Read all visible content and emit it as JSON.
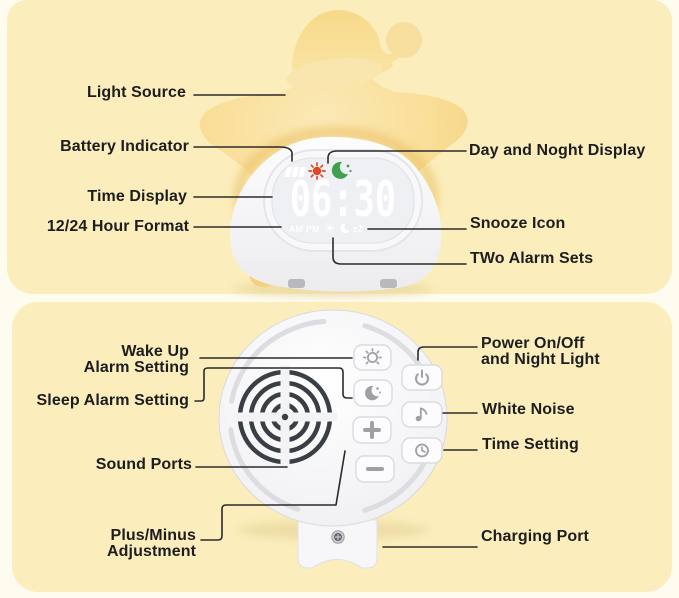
{
  "product_front": {
    "labels": {
      "light_source": "Light Source",
      "battery_indicator": "Battery Indicator",
      "time_display": "Time Display",
      "hour_format": "12/24 Hour Format",
      "day_night_display": "Day and Noght Display",
      "snooze_icon": "Snooze Icon",
      "two_alarm_sets": "TWo Alarm Sets"
    },
    "clock_display": {
      "time": "06:30",
      "am": "AM",
      "pm": "PM",
      "snooze_indicator": "zZ"
    }
  },
  "product_back": {
    "labels": {
      "wake_up_line1": "Wake Up",
      "wake_up_line2": "Alarm Setting",
      "sleep_alarm": "Sleep Alarm Setting",
      "sound_ports": "Sound Ports",
      "plus_minus_line1": "Plus/Minus",
      "plus_minus_line2": "Adjustment",
      "power_line1": "Power On/Off",
      "power_line2": "and Night Light",
      "white_noise": "White Noise",
      "time_setting": "Time Setting",
      "charging_port": "Charging Port"
    }
  },
  "icons": {
    "display": [
      "battery-icon",
      "sun-icon",
      "moon-stars-icon",
      "sun-indicator-icon",
      "moon-indicator-icon",
      "snooze-zz"
    ],
    "buttons": [
      "wake-alarm-icon",
      "sleep-moon-icon",
      "plus-icon",
      "minus-icon",
      "power-icon",
      "music-note-icon",
      "clock-icon"
    ],
    "hardware": [
      "speaker-grill",
      "screw-icon"
    ]
  },
  "colors": {
    "panel_bg": "#FBEEBC",
    "page_bg": "#FEFBEF",
    "label_text": "#1D1D1F",
    "leader_line": "#2B2B2B",
    "star_yellow": "#F8DC92",
    "device_white": "#F7F7F9",
    "display_bg": "#EFF0F4",
    "sun_red": "#DD4A26",
    "moon_green": "#3FA14E",
    "button_icon_gray": "#9EA0A6",
    "grill_dark": "#3A3F45"
  }
}
